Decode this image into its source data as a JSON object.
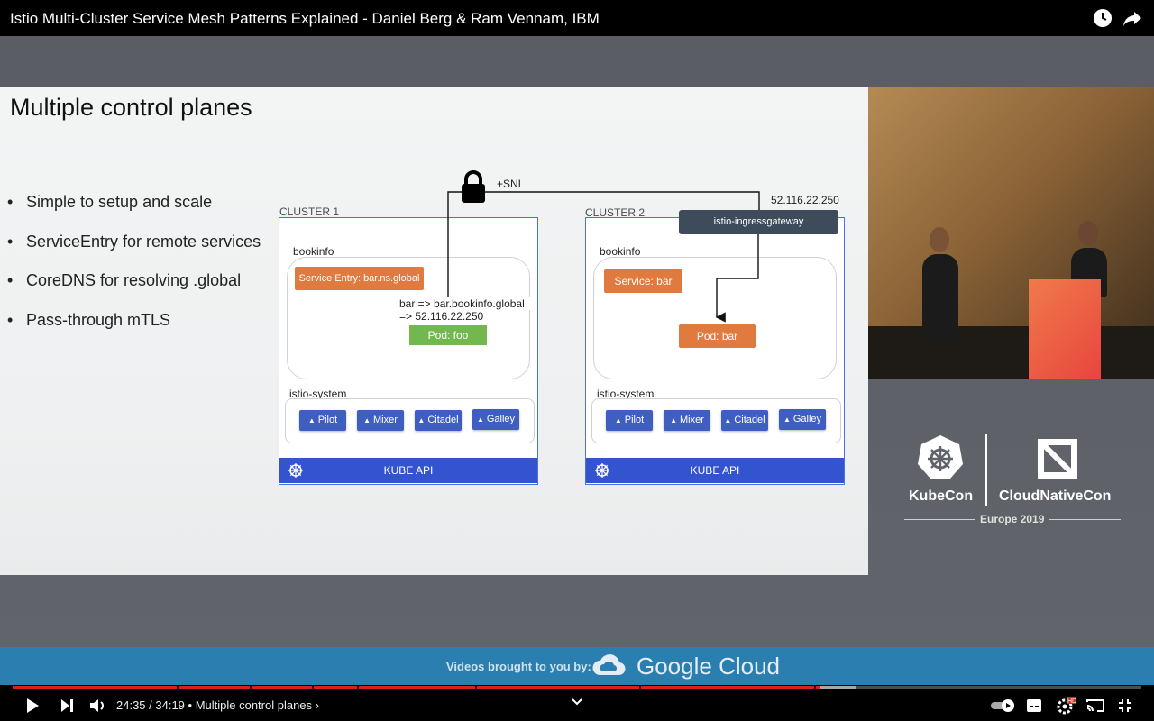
{
  "video": {
    "title": "Istio Multi-Cluster Service Mesh Patterns Explained - Daniel Berg & Ram Vennam, IBM",
    "watch_later_icon": "clock-icon",
    "share_icon": "share-arrow-icon"
  },
  "slide": {
    "title": "Multiple control planes",
    "bullets": [
      "Simple to setup and scale",
      "ServiceEntry for remote services",
      "CoreDNS for resolving .global",
      "Pass-through mTLS"
    ],
    "sni_label": "+SNI",
    "gateway_ip": "52.116.22.250",
    "cluster1": {
      "label": "CLUSTER 1",
      "bookinfo": "bookinfo",
      "service_entry": "Service Entry: bar.ns.global",
      "dns_line1": "bar => bar.bookinfo.global",
      "dns_line2": "=> 52.116.22.250",
      "pod": "Pod: foo",
      "istio_system": "istio-system",
      "components": [
        "Pilot",
        "Mixer",
        "Citadel",
        "Galley"
      ],
      "kube_api": "KUBE API"
    },
    "cluster2": {
      "label": "CLUSTER 2",
      "gateway": "istio-ingressgateway",
      "bookinfo": "bookinfo",
      "service": "Service: bar",
      "pod": "Pod: bar",
      "istio_system": "istio-system",
      "components": [
        "Pilot",
        "Mixer",
        "Citadel",
        "Galley"
      ],
      "kube_api": "KUBE API"
    }
  },
  "sponsor": {
    "kubecon": "KubeCon",
    "cncf": "CloudNativeCon",
    "event": "Europe 2019",
    "brought_by": "Videos brought to you by:",
    "google_cloud": "Google Cloud"
  },
  "player": {
    "time": "24:35 / 34:19",
    "chapter": "Multiple control planes",
    "progress": 0.7155,
    "buffered_to": 0.7475,
    "chapter_breaks": [
      0.145,
      0.21,
      0.265,
      0.305,
      0.41,
      0.555,
      0.71
    ]
  }
}
